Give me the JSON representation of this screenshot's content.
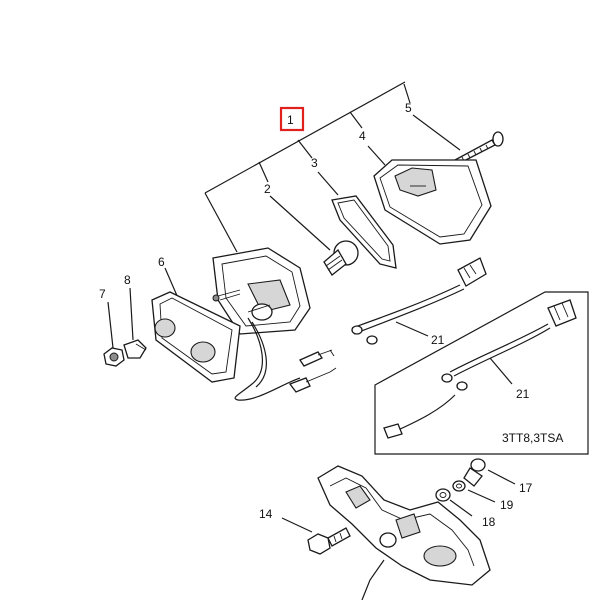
{
  "diagram": {
    "highlight_color": "#e0201c",
    "labels": {
      "p1": "1",
      "p2": "2",
      "p3": "3",
      "p4": "4",
      "p5": "5",
      "p6": "6",
      "p7": "7",
      "p8": "8",
      "p14": "14",
      "p17": "17",
      "p18": "18",
      "p19": "19",
      "p21a": "21",
      "p21b": "21"
    },
    "variant_caption": "3TT8,3TSA"
  }
}
